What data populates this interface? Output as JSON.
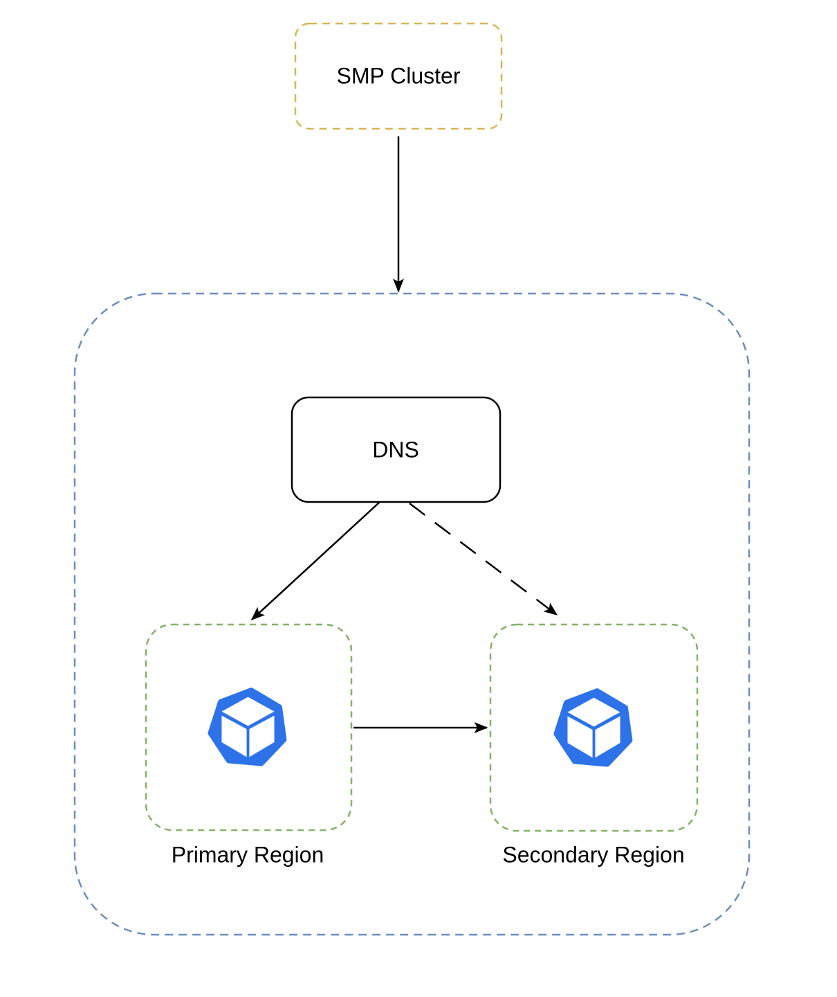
{
  "diagram": {
    "type": "architecture-diagram",
    "nodes": {
      "smp_cluster": {
        "label": "SMP Cluster",
        "border_color": "#d6b656",
        "border_style": "dashed",
        "fill": "#ffffff"
      },
      "zone": {
        "border_color": "#6c8ebf",
        "border_style": "dashed",
        "fill": "none"
      },
      "dns": {
        "label": "DNS",
        "border_color": "#000000",
        "border_style": "solid",
        "fill": "#ffffff"
      },
      "primary_region": {
        "label": "Primary Region",
        "border_color": "#82b366",
        "border_style": "dashed",
        "fill": "#ffffff"
      },
      "secondary_region": {
        "label": "Secondary Region",
        "border_color": "#82b366",
        "border_style": "dashed",
        "fill": "#ffffff"
      }
    },
    "icon": {
      "name": "cube-heptagon-icon",
      "color": "#2d72e8",
      "cube_color": "#ffffff"
    },
    "edges": {
      "arrow_color": "#000000",
      "smp_to_zone": {
        "style": "solid",
        "color": "#000000"
      },
      "dns_to_primary": {
        "style": "solid",
        "color": "#000000"
      },
      "dns_to_secondary": {
        "style": "dashed",
        "color": "#000000"
      },
      "primary_to_secondary": {
        "style": "solid",
        "color": "#000000"
      }
    }
  }
}
